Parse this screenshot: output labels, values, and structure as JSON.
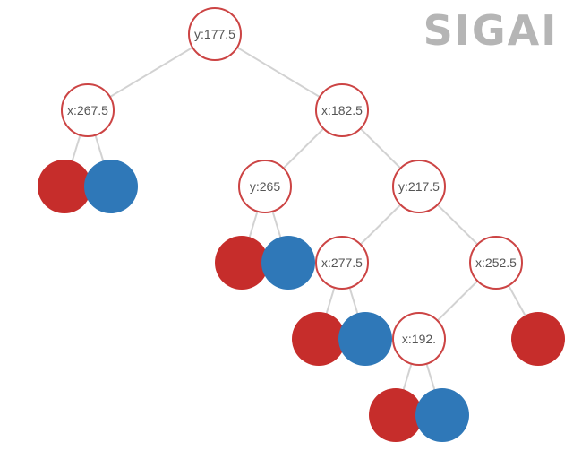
{
  "logo": {
    "text": "SIGAI",
    "color": "#b5b5b5"
  },
  "colors": {
    "edge": "#d2d2d2",
    "split_node_fill": "#ffffff",
    "split_node_stroke": "#cc4444",
    "split_text": "#555555",
    "leaf_red": "#c62d2b",
    "leaf_blue": "#2f78b8"
  },
  "tree": {
    "split": "y:177.5",
    "children": [
      {
        "split": "x:267.5",
        "children": [
          {
            "leaf": "red"
          },
          {
            "leaf": "blue"
          }
        ]
      },
      {
        "split": "x:182.5",
        "children": [
          {
            "split": "y:265",
            "children": [
              {
                "leaf": "red"
              },
              {
                "leaf": "blue"
              }
            ]
          },
          {
            "split": "y:217.5",
            "children": [
              {
                "split": "x:277.5",
                "children": [
                  {
                    "leaf": "red"
                  },
                  {
                    "leaf": "blue"
                  }
                ]
              },
              {
                "split": "x:252.5",
                "children": [
                  {
                    "split": "x:192.",
                    "children": [
                      {
                        "leaf": "red"
                      },
                      {
                        "leaf": "blue"
                      }
                    ]
                  },
                  {
                    "leaf": "red"
                  }
                ]
              }
            ]
          }
        ]
      }
    ]
  }
}
